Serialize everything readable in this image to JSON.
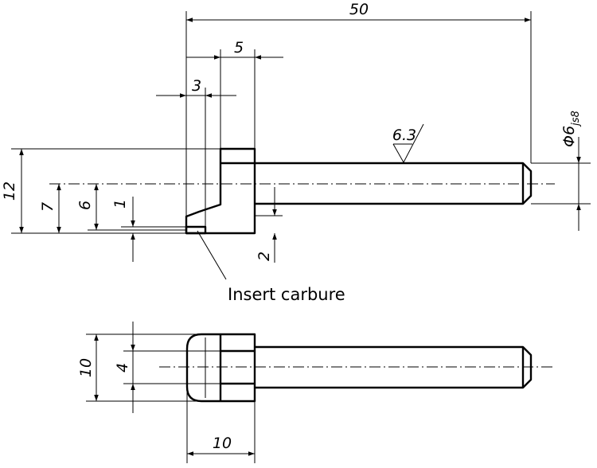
{
  "dimensions": {
    "overall_length": "50",
    "head_width": "5",
    "insert_width": "3",
    "height_total": "12",
    "height_centerline": "7",
    "height_6": "6",
    "insert_height": "1",
    "offset_2": "2",
    "shank_diameter": "Φ6",
    "shank_tolerance": "js8",
    "plan_width": "10",
    "plan_slot": "4",
    "plan_length": "10"
  },
  "surface_finish": {
    "value": "6.3"
  },
  "insert_note": "Insert carbure"
}
